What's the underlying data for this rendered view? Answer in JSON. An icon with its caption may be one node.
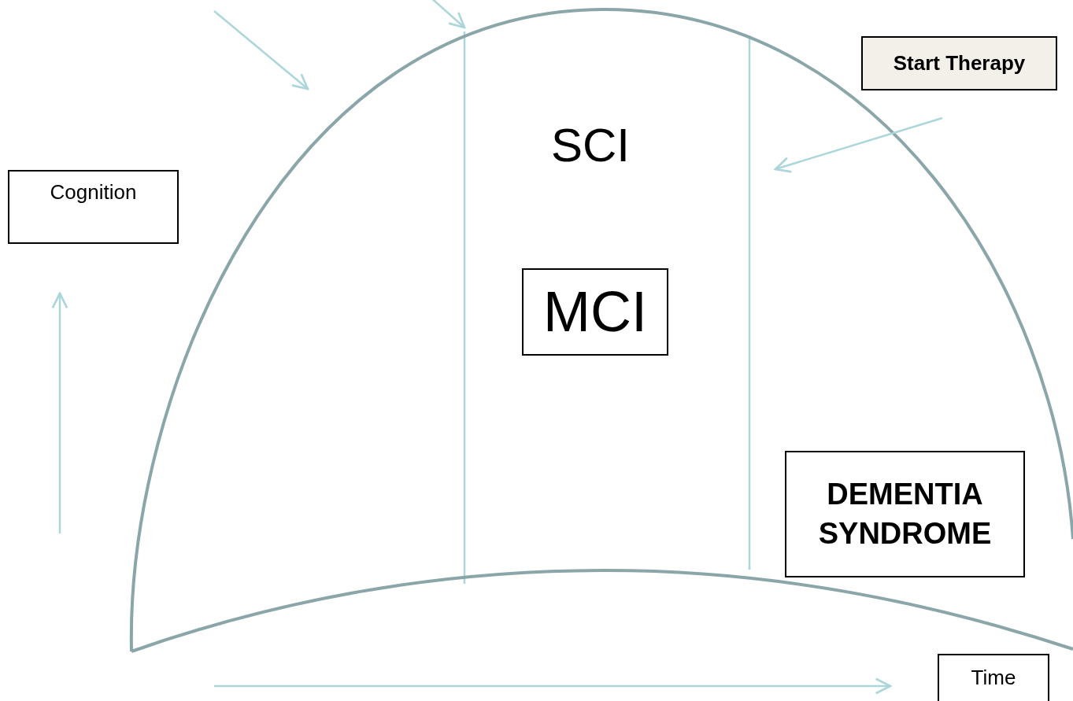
{
  "diagram": {
    "nodes": [
      {
        "text": [
          "Cognition"
        ]
      },
      {
        "text": [
          "Start Therapy"
        ]
      },
      {
        "text": [
          "MCI"
        ]
      },
      {
        "text": [
          "DEMENTIA SYNDROME"
        ]
      },
      {
        "text": [
          "Time"
        ]
      }
    ],
    "labels": [
      "SCI"
    ]
  }
}
